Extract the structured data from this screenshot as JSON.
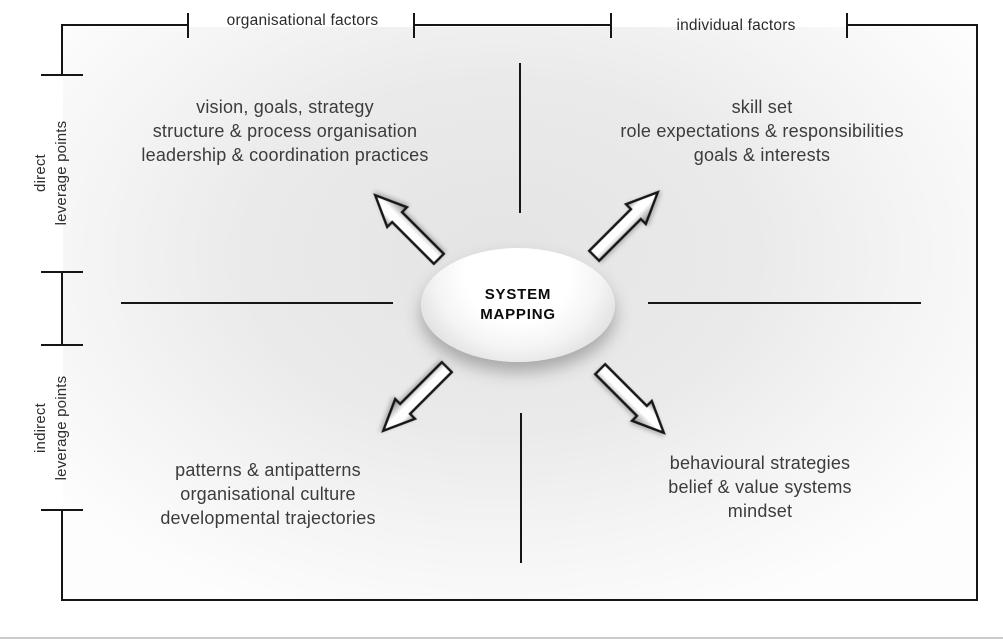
{
  "colors": {
    "background": "#ffffff",
    "quadrant_background": "#ebebeb",
    "line": "#151515",
    "quadrant_text": "#3c3c3c",
    "axis_label_text": "#2b2b2b",
    "footer_line": "#cbcbcb"
  },
  "axes": {
    "top": {
      "left_label": "organisational factors",
      "right_label": "individual factors"
    },
    "left": {
      "top_label": {
        "line1": "direct",
        "line2": "leverage points"
      },
      "bottom_label": {
        "line1": "indirect",
        "line2": "leverage points"
      }
    }
  },
  "center": {
    "line1": "SYSTEM",
    "line2": "MAPPING"
  },
  "quadrants": {
    "top_left": {
      "lines": [
        "vision, goals, strategy",
        "structure & process organisation",
        "leadership & coordination practices"
      ]
    },
    "top_right": {
      "lines": [
        "skill set",
        "role expectations & responsibilities",
        "goals & interests"
      ]
    },
    "bottom_left": {
      "lines": [
        "patterns & antipatterns",
        "organisational culture",
        "developmental trajectories"
      ]
    },
    "bottom_right": {
      "lines": [
        "behavioural strategies",
        "belief & value systems",
        "mindset"
      ]
    }
  },
  "icons": {
    "arrows": [
      "arrow-up-left",
      "arrow-up-right",
      "arrow-down-left",
      "arrow-down-right"
    ]
  }
}
